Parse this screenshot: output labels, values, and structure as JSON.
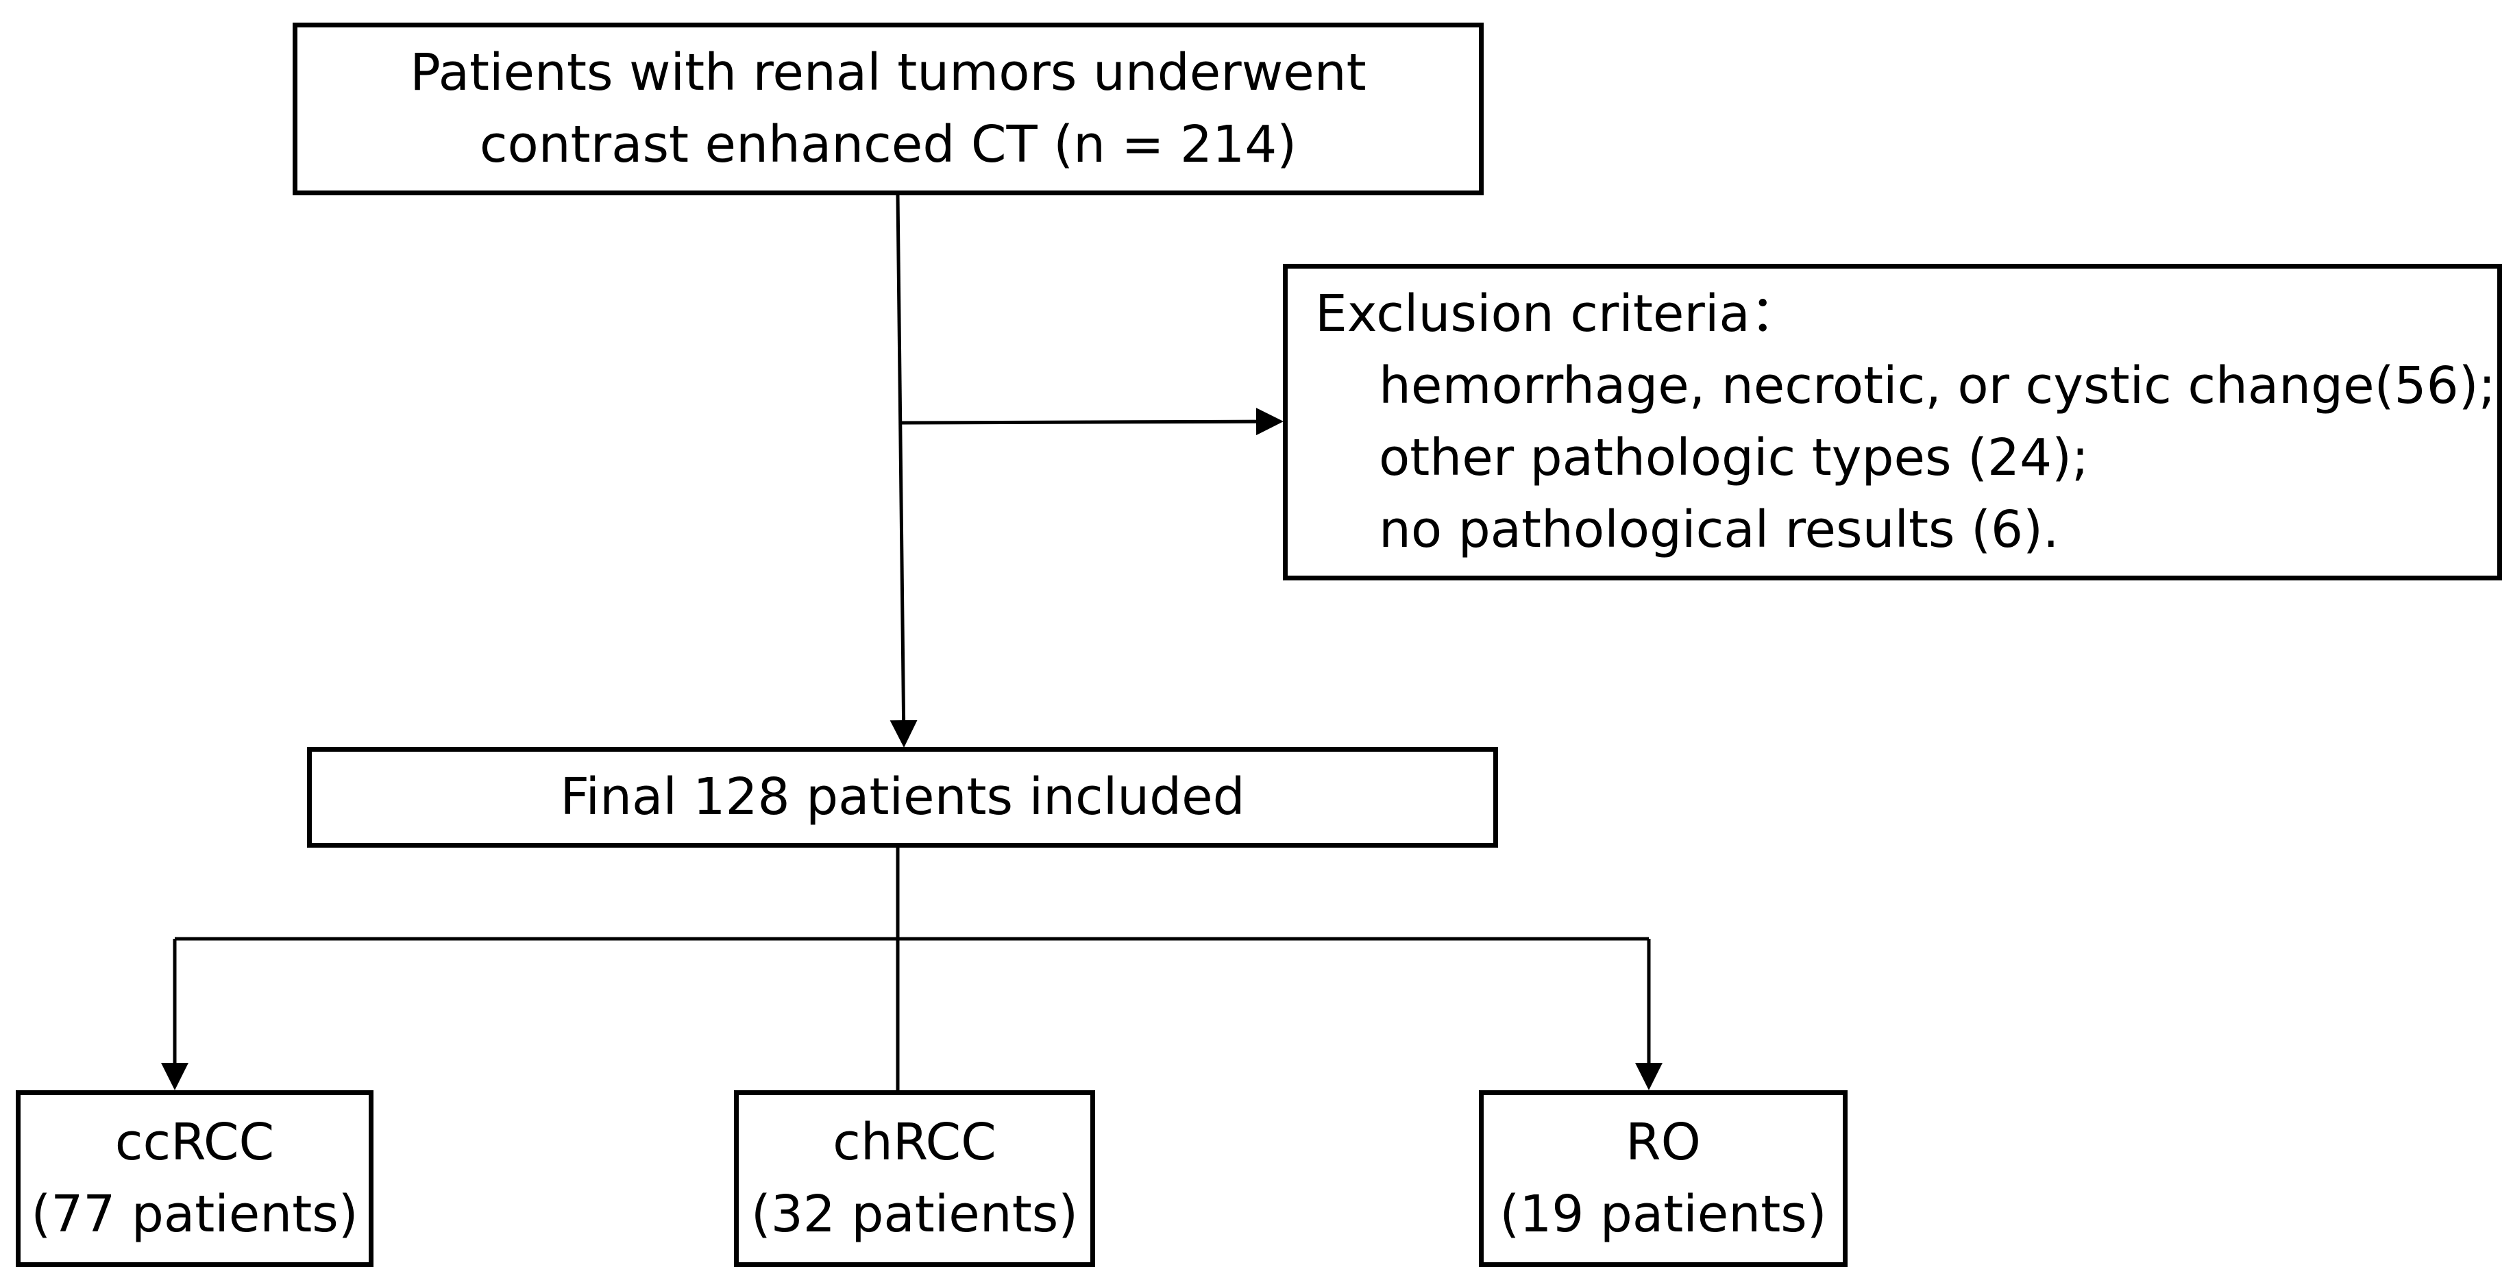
{
  "flowchart": {
    "top_box": {
      "line1": "Patients with renal tumors underwent",
      "line2": "contrast enhanced CT (n = 214)"
    },
    "exclusion_box": {
      "heading": "Exclusion criteria：",
      "items": [
        "hemorrhage, necrotic, or cystic change(56);",
        "other pathologic types (24);",
        "no pathological results (6)."
      ]
    },
    "final_box": {
      "label": "Final 128 patients included"
    },
    "groups": [
      {
        "name": "ccRCC",
        "count": "(77 patients)"
      },
      {
        "name": "chRCC",
        "count": "(32 patients)"
      },
      {
        "name": "RO",
        "count": "(19 patients)"
      }
    ],
    "colors": {
      "stroke": "#000000",
      "background": "#ffffff"
    }
  }
}
